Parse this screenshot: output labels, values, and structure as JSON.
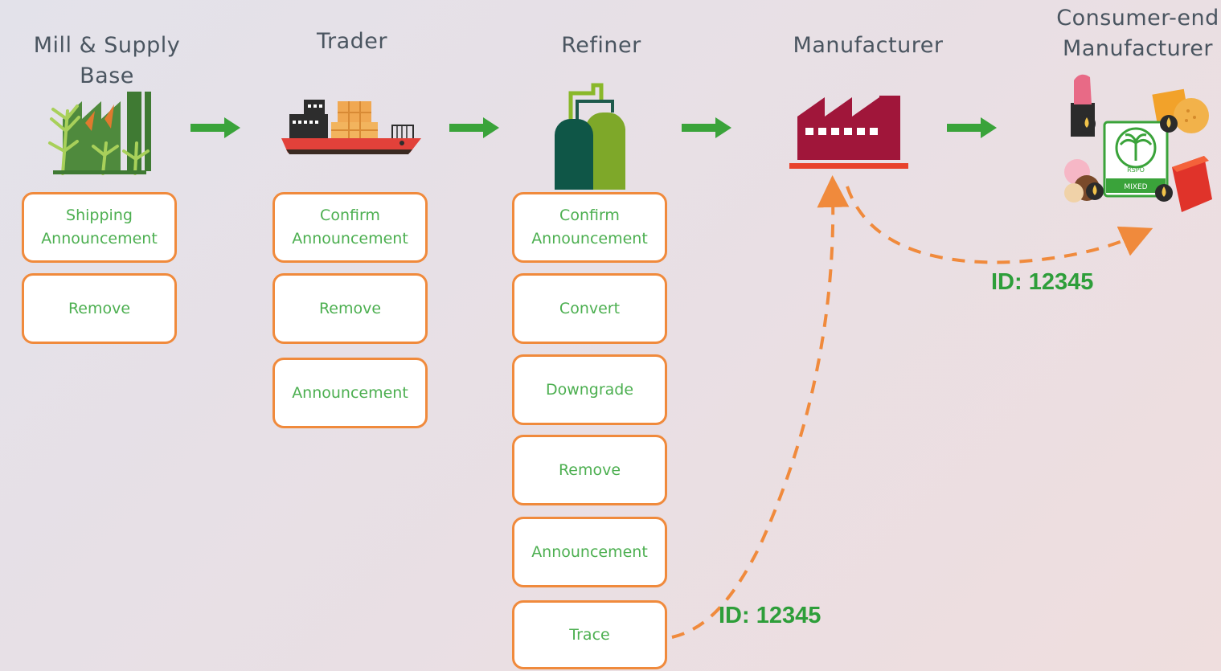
{
  "stages": [
    {
      "title": "Mill & Supply Base",
      "icon": "mill-icon",
      "buttons": [
        "Shipping Announcement",
        "Remove"
      ]
    },
    {
      "title": "Trader",
      "icon": "ship-icon",
      "buttons": [
        "Confirm Announcement",
        "Remove",
        "Announcement"
      ]
    },
    {
      "title": "Refiner",
      "icon": "refinery-tanks-icon",
      "buttons": [
        "Confirm Announcement",
        "Convert",
        "Downgrade",
        "Remove",
        "Announcement",
        "Trace"
      ]
    },
    {
      "title": "Manufacturer",
      "icon": "factory-icon",
      "buttons": []
    },
    {
      "title": "Consumer-end Manufacturer",
      "icon": "consumer-products-icon",
      "buttons": []
    }
  ],
  "id_labels": {
    "trace_to_manufacturer": "ID: 12345",
    "manufacturer_to_consumer": "ID: 12345"
  },
  "badge": {
    "text": "MIXED",
    "mark": "RSPO"
  },
  "colors": {
    "arrow": "#3aa33a",
    "box_border": "#f08a3c",
    "button_text": "#4caf50",
    "dashed": "#f08a3c",
    "id_text": "#2e9e3a",
    "factory": "#a0163a",
    "factory_base": "#e8432c"
  }
}
